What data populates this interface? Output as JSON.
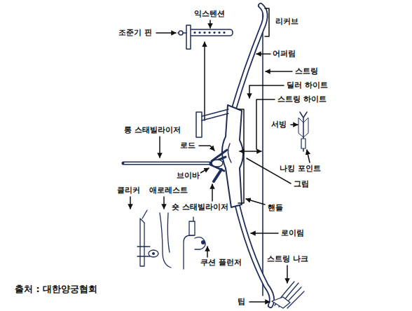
{
  "diagram": {
    "labels": [
      "조준기 핀",
      "익스텐션",
      "리커브",
      "어퍼림",
      "스트링",
      "딜러 하이트",
      "스트링 하이트",
      "롱 스태빌라이저",
      "로드",
      "서빙",
      "나킹 포인트",
      "브이바",
      "그립",
      "숏 스태빌라이저",
      "핸들",
      "클리커",
      "애로레스트",
      "로이림",
      "쿠션 플런저",
      "스트링 나크",
      "팁",
      "출처 : 대한양궁협회"
    ]
  }
}
